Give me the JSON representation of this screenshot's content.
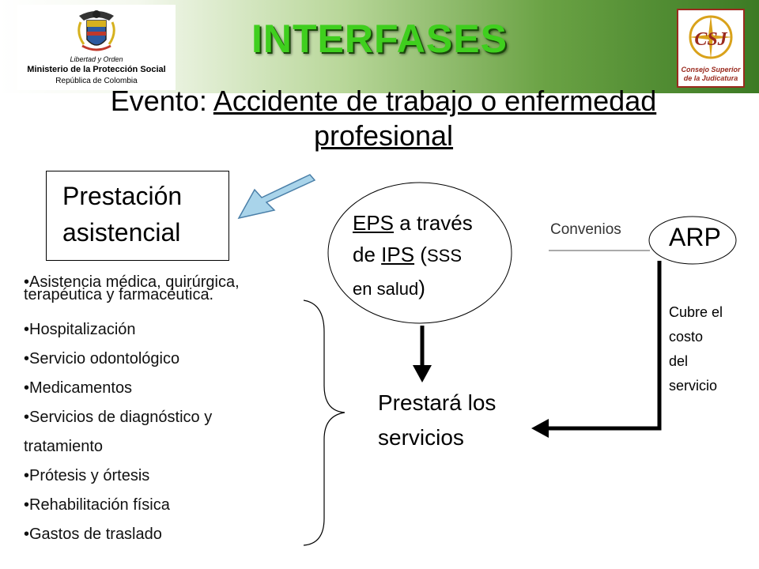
{
  "header": {
    "title": "INTERFASES",
    "ministry": {
      "motto": "Libertad y Orden",
      "name": "Ministerio de la Protección Social",
      "republic": "República de Colombia"
    },
    "csj": {
      "mark": "CSJ",
      "line1": "Consejo Superior",
      "line2": "de la Judicatura"
    }
  },
  "evento": {
    "label": "Evento:",
    "line1": "Accidente de trabajo o enfermedad",
    "line2": "profesional"
  },
  "prestacion": {
    "line1": "Prestación",
    "line2": "asistencial"
  },
  "eps": {
    "eps": "EPS",
    "a_traves": " a través",
    "de": "de ",
    "ips": "IPS",
    "paren_open": " (",
    "sss": "SSS",
    "en_salud": "en salud",
    "paren_close": ")"
  },
  "convenios": "Convenios",
  "arp": "ARP",
  "cubre": [
    "Cubre el",
    "costo",
    "del",
    "servicio"
  ],
  "prestara": {
    "line1": "Prestará los",
    "line2": "servicios"
  },
  "services": [
    "•Asistencia médica, quirúrgica,",
    "terapéutica y farmacéutica.",
    "•Hospitalización",
    "•Servicio odontológico",
    "•Medicamentos",
    "•Servicios de diagnóstico y",
    " tratamiento",
    "•Prótesis y órtesis",
    "•Rehabilitación física",
    "•Gastos de traslado"
  ]
}
